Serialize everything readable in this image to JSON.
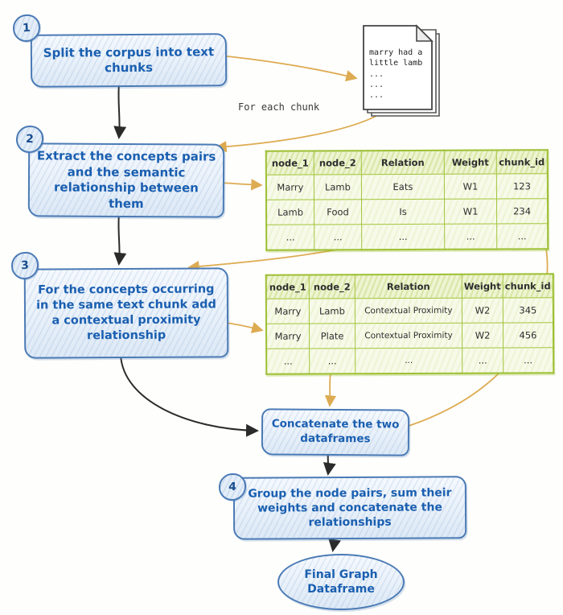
{
  "badges": {
    "step1": "1",
    "step2": "2",
    "step3": "3",
    "step4": "4"
  },
  "boxes": {
    "step1": "Split the corpus into text chunks",
    "step2": "Extract the concepts pairs and the semantic relationship between them",
    "step3": "For the concepts occurring in the same text chunk add a contextual proximity relationship",
    "step4": "Group the node pairs, sum their weights and concatenate the relationships",
    "concatenate": "Concatenate the two dataframes",
    "final": "Final Graph Dataframe"
  },
  "labels": {
    "for_each_chunk": "For each chunk"
  },
  "document": {
    "lines": [
      "marry had a",
      "little lamb",
      "...",
      "...",
      "..."
    ]
  },
  "tables": [
    {
      "name": "semantic-relationship-dataframe",
      "headers": [
        "node_1",
        "node_2",
        "Relation",
        "Weight",
        "chunk_id"
      ],
      "rows": [
        [
          "Marry",
          "Lamb",
          "Eats",
          "W1",
          "123"
        ],
        [
          "Lamb",
          "Food",
          "Is",
          "W1",
          "234"
        ],
        [
          "...",
          "...",
          "...",
          "...",
          "..."
        ]
      ]
    },
    {
      "name": "contextual-proximity-dataframe",
      "headers": [
        "node_1",
        "node_2",
        "Relation",
        "Weight",
        "chunk_id"
      ],
      "rows": [
        [
          "Marry",
          "Lamb",
          "Contextual Proximity",
          "W2",
          "345"
        ],
        [
          "Marry",
          "Plate",
          "Contextual Proximity",
          "W2",
          "456"
        ],
        [
          "...",
          "...",
          "...",
          "...",
          "..."
        ]
      ]
    }
  ],
  "colors": {
    "box_stroke": "#4a7ab5",
    "box_text": "#1a5fb0",
    "table_stroke": "#9dbf33",
    "arrow_orange": "#ddab52",
    "arrow_black": "#2b2b2b"
  }
}
